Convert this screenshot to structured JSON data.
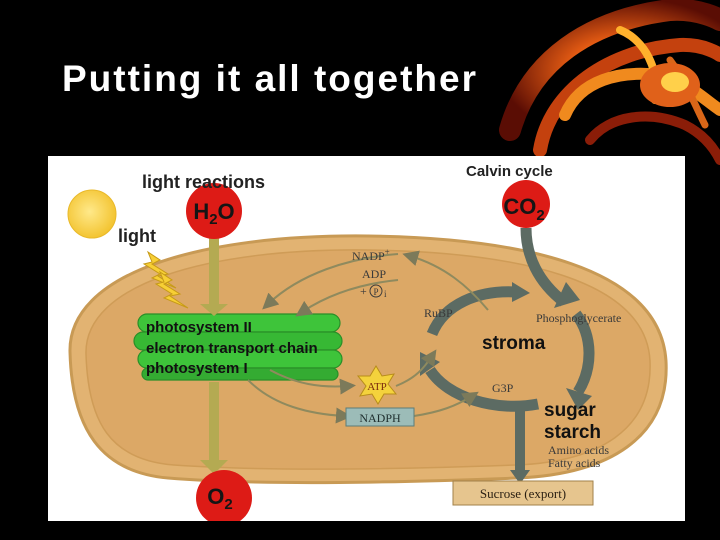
{
  "slide": {
    "title": "Putting it all together"
  },
  "diagram": {
    "light_reactions_label": "light reactions",
    "calvin_cycle_label": "Calvin cycle",
    "light_label": "light",
    "h2o": {
      "base": "H",
      "sub": "2",
      "end": "O"
    },
    "co2": {
      "base": "CO",
      "sub": "2"
    },
    "o2": {
      "base": "O",
      "sub": "2"
    },
    "thylakoid_lines": [
      "photosystem II",
      "electron transport chain",
      "photosystem I"
    ],
    "nadp_plus": "NADP",
    "nadp_plus_sup": "+",
    "adp": "ADP",
    "pi_prefix": "+",
    "pi_symbol": "P",
    "pi_sub": "i",
    "rubp": "RuBP",
    "phosphoglycerate": "Phosphoglycerate",
    "stroma": "stroma",
    "g3p": "G3P",
    "atp": "ATP",
    "nadph": "NADPH",
    "sugar": "sugar",
    "starch": "starch",
    "amino_acids": "Amino acids",
    "fatty_acids": "Fatty acids",
    "sucrose_export": "Sucrose (export)"
  },
  "colors": {
    "background": "#000000",
    "title": "#ffffff",
    "chloroplast_fill": "#e2b372",
    "chloroplast_inner": "#dca866",
    "thylakoid_green": "#3ec43a",
    "molecule_red": "#dd1b16",
    "sun_yellow": "#f7cf35",
    "arrow_olive": "#b4aa52",
    "cycle_arrow": "#5c6b63",
    "atp_yellow": "#f4d23c",
    "nadph_box": "#9cbcb8",
    "sucrose_box": "#e6c58e"
  }
}
